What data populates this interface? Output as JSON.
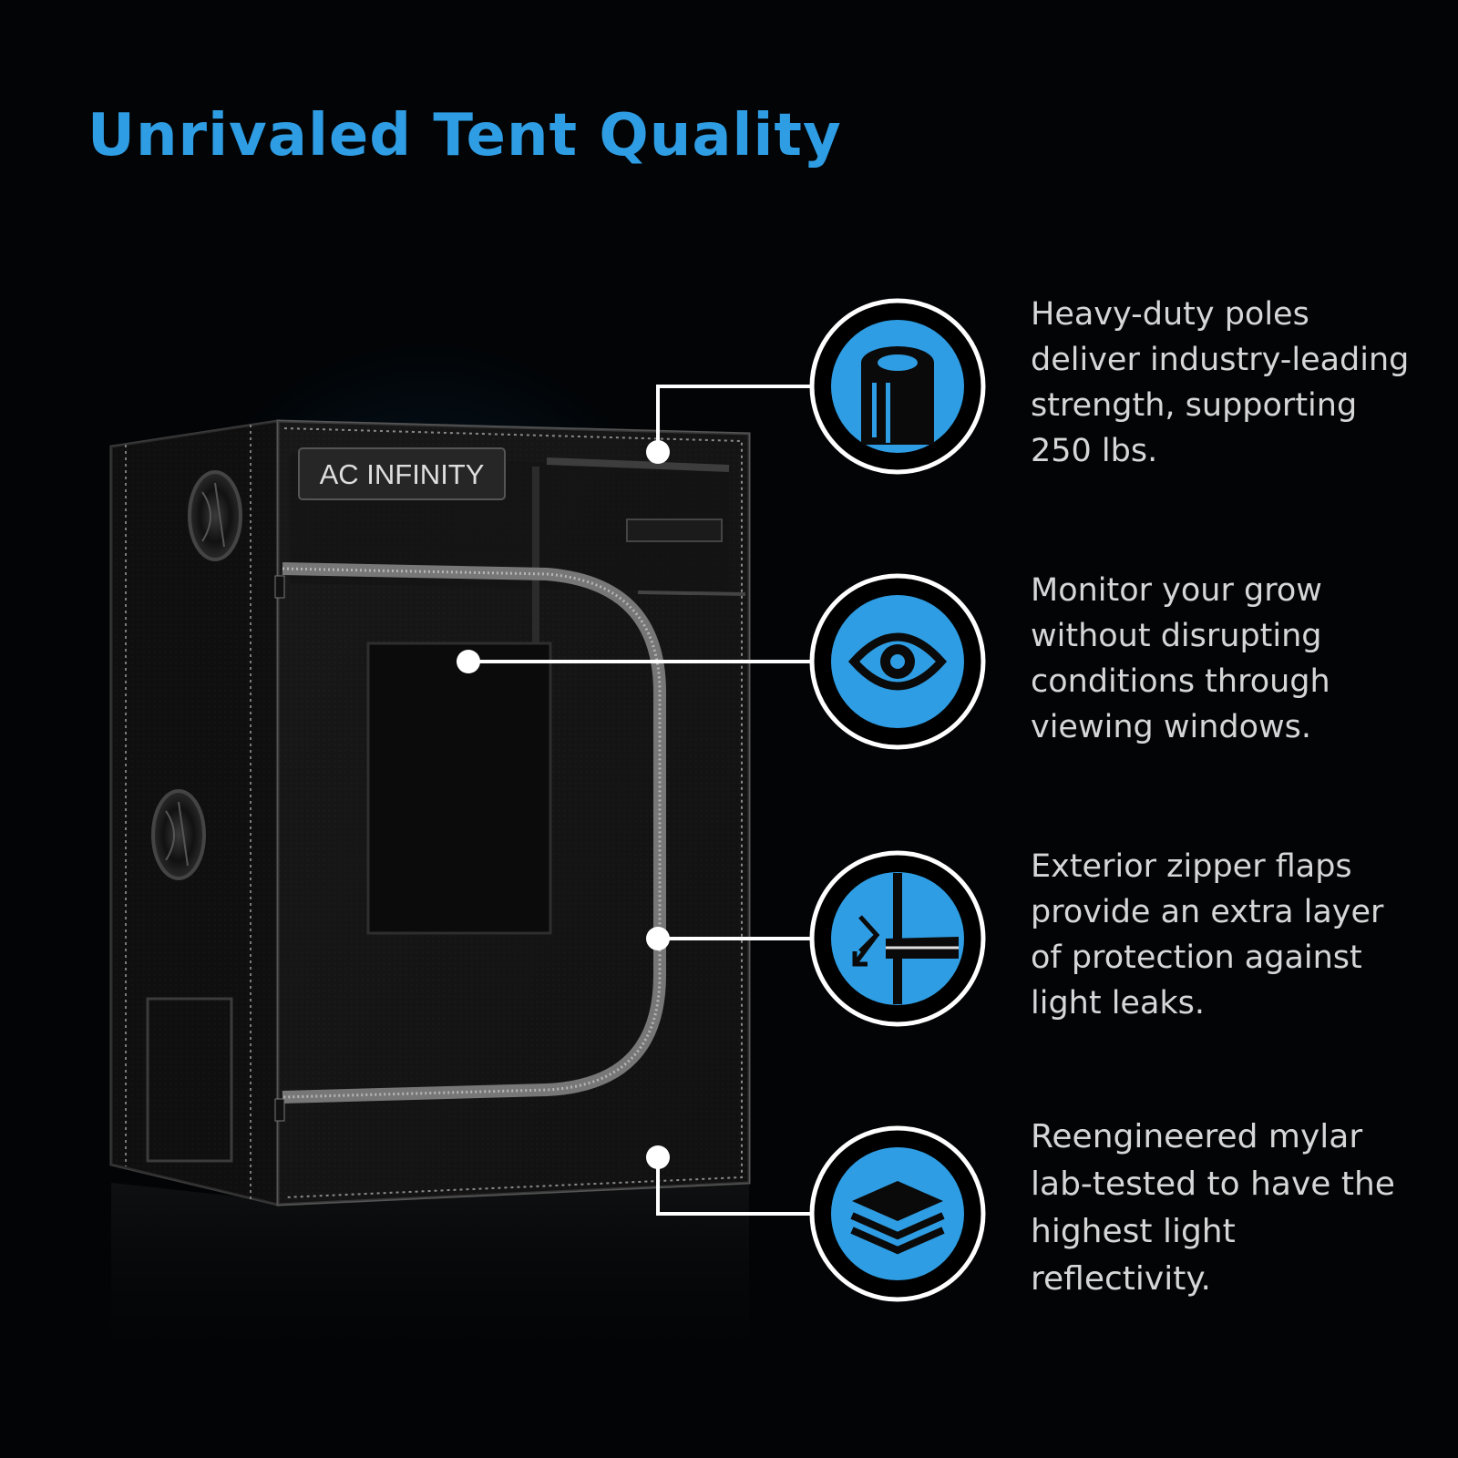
{
  "headline": "Unrivaled Tent Quality",
  "brand_label": "AC INFINITY",
  "colors": {
    "accent_blue": "#2f9de3",
    "body_text": "#d6d6d6",
    "background": "#020406"
  },
  "features": [
    {
      "icon": "pole-icon",
      "text": "Heavy-duty poles deliver industry-leading strength, supporting 250 lbs."
    },
    {
      "icon": "eye-icon",
      "text": "Monitor your grow without disrupting conditions through viewing windows."
    },
    {
      "icon": "zipper-flap-icon",
      "text": "Exterior zipper flaps provide an extra layer of protection against light leaks."
    },
    {
      "icon": "layers-icon",
      "text": "Reengineered mylar lab-tested to have the highest light reflectivity."
    }
  ]
}
